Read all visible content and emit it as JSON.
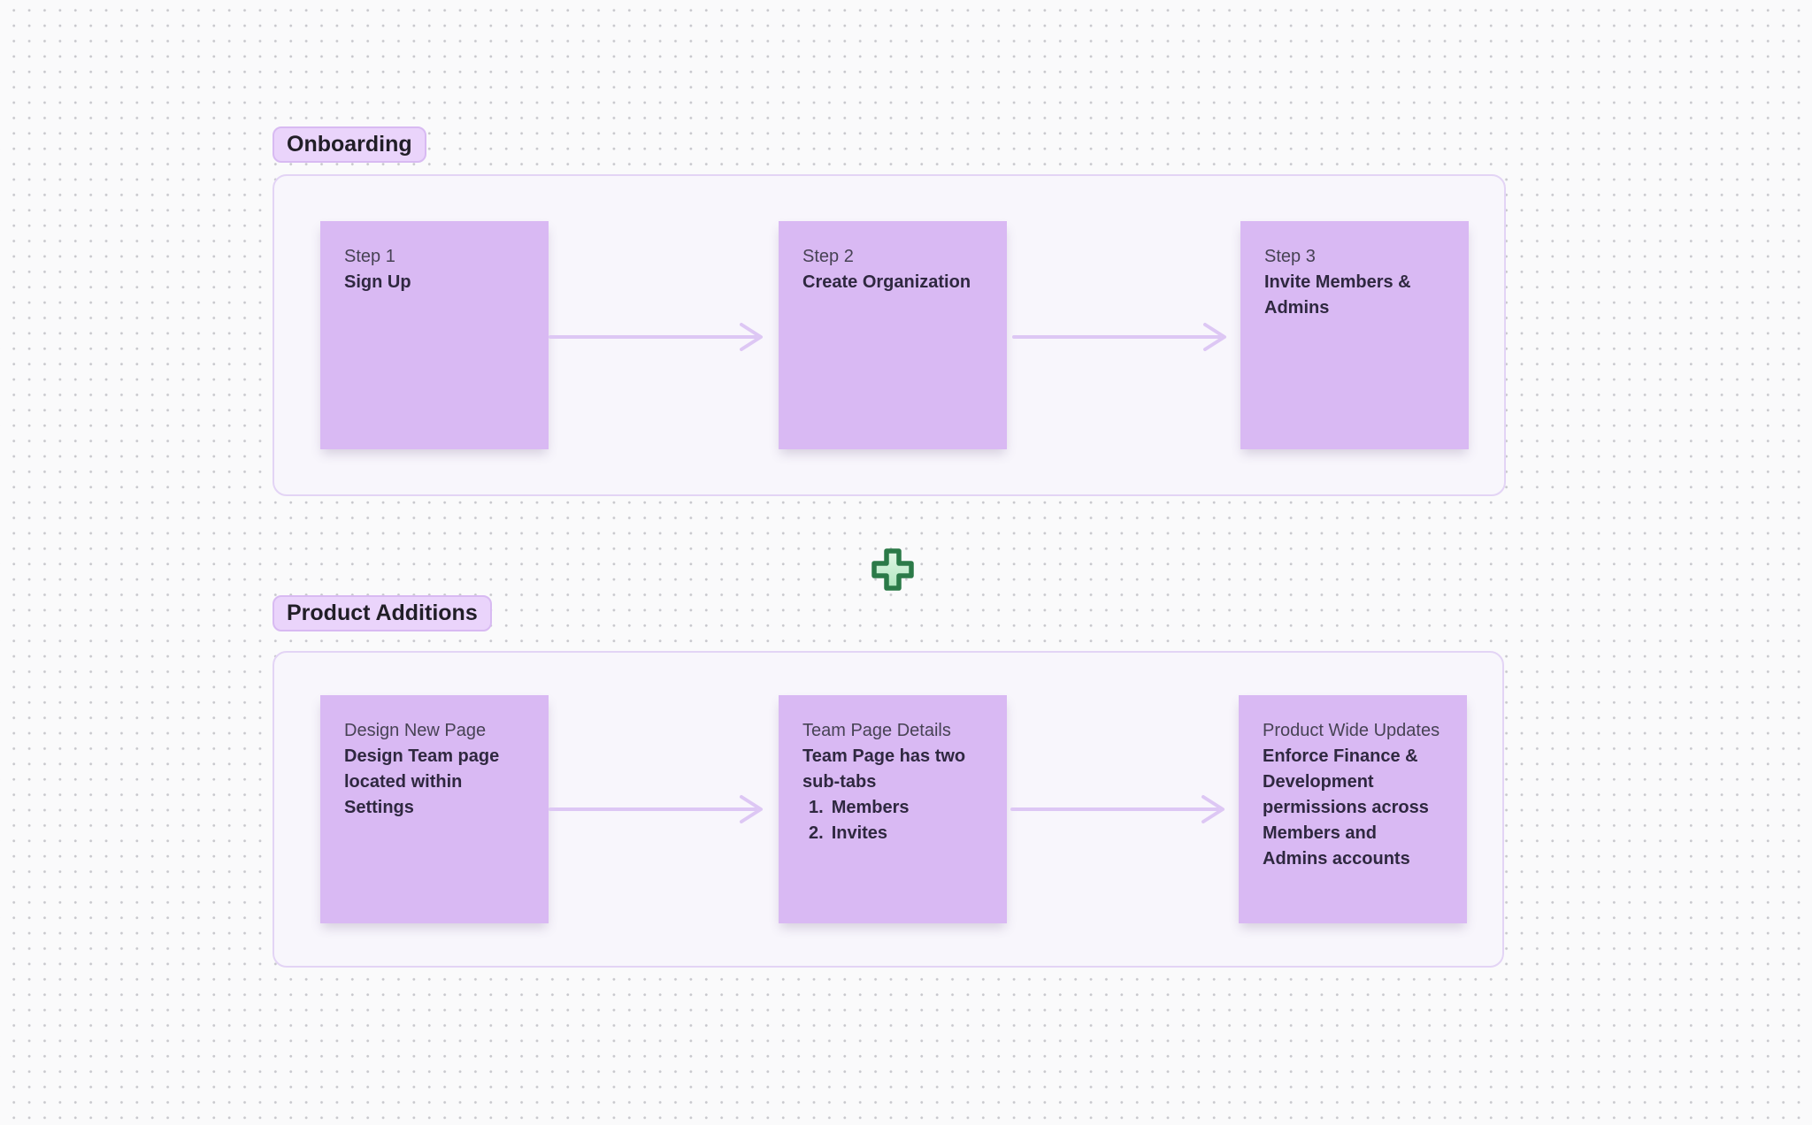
{
  "colors": {
    "background": "#FAFAFB",
    "dot_grid": "#C7C7CC",
    "sticky_fill": "#D9B9F3",
    "section_fill": "#F8F6FC",
    "section_border": "#E3D4F5",
    "label_fill": "#EAD4FB",
    "label_border": "#D8BAF2",
    "arrow": "#DDC7F4",
    "plus_fill": "#C4EDCF",
    "plus_stroke": "#2B7A48",
    "text_regular": "#474254",
    "text_bold": "#2F2840"
  },
  "icons": {
    "plus": "green-plus-icon",
    "connector": "arrow-right-connector"
  },
  "sections": [
    {
      "label": "Onboarding",
      "cards": [
        {
          "title": "Step 1",
          "body": "Sign Up"
        },
        {
          "title": "Step 2",
          "body": "Create Organization"
        },
        {
          "title": "Step 3",
          "body": "Invite Members & Admins"
        }
      ]
    },
    {
      "label": "Product Additions",
      "cards": [
        {
          "title": "Design New Page",
          "body": "Design Team page located within Settings"
        },
        {
          "title": "Team Page Details",
          "body": "Team Page has two sub-tabs",
          "list": [
            {
              "number": "1.",
              "label": "Members"
            },
            {
              "number": "2.",
              "label": "Invites"
            }
          ]
        },
        {
          "title": "Product Wide Updates",
          "body": "Enforce Finance & Development permissions across Members and Admins accounts"
        }
      ]
    }
  ]
}
